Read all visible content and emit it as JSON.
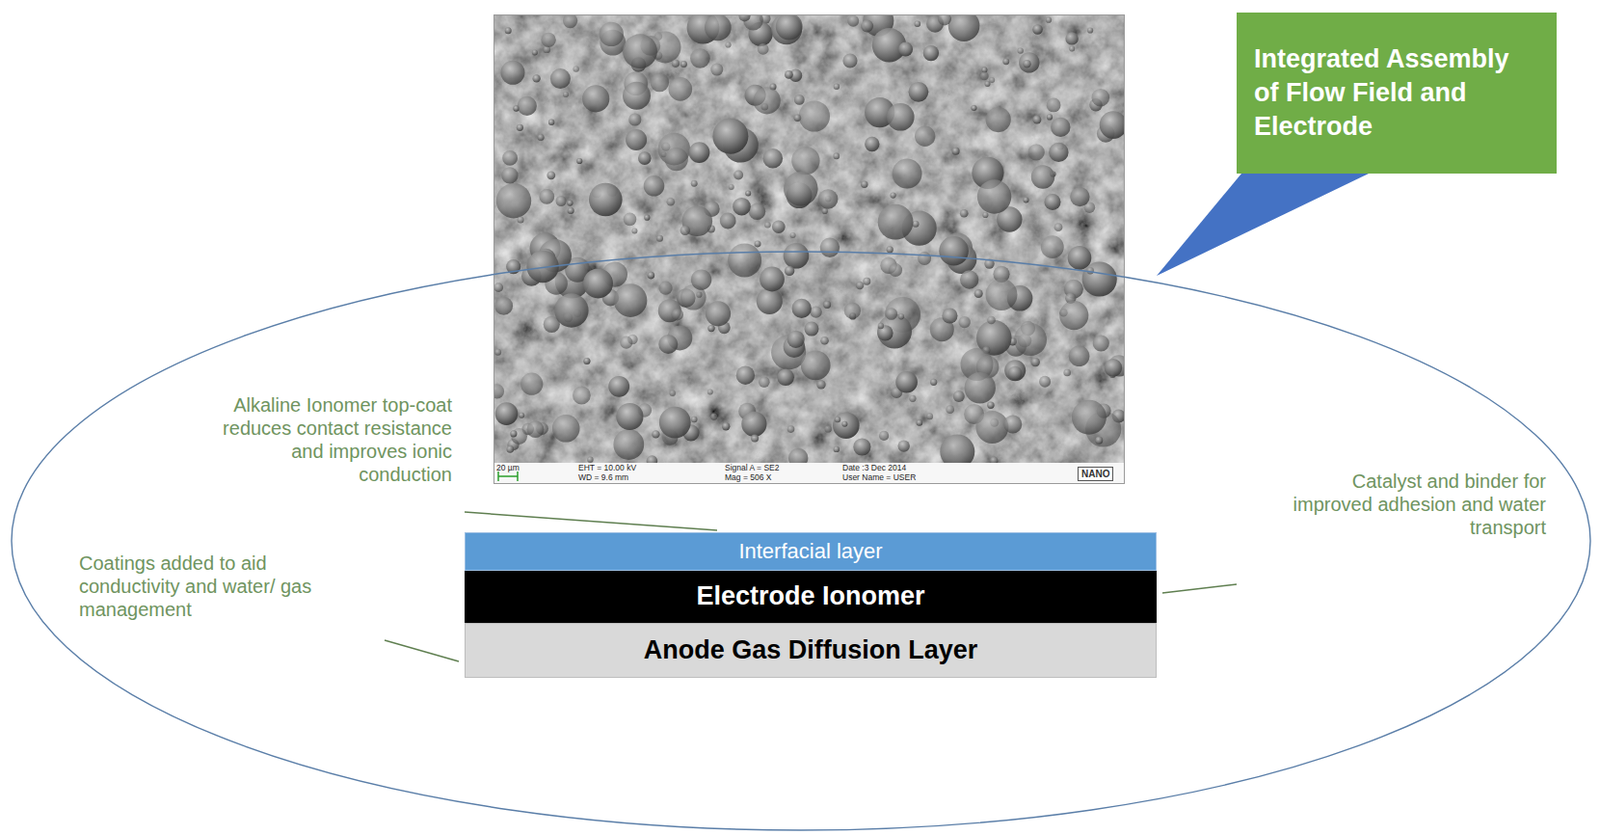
{
  "diagram": {
    "nodes": [
      {
        "text": [
          "Integrated Assembly of Flow Field and Electrode"
        ]
      },
      {
        "text": [
          "Interfacial layer"
        ]
      },
      {
        "text": [
          "Electrode Ionomer"
        ]
      },
      {
        "text": [
          "Anode Gas Diffusion Layer"
        ]
      }
    ],
    "labels": [
      "20 µm",
      "EHT = 10.00 kV",
      "WD = 9.6 mm",
      "Signal A = SE2",
      "Mag = 506 X",
      "Date :3 Dec 2014",
      "User Name = USER",
      "NANO",
      "Alkaline Ionomer top-coat reduces contact resistance and improves ionic conduction",
      "Catalyst and binder for improved adhesion and water transport",
      "Coatings added to aid conductivity and water/ gas management"
    ]
  }
}
